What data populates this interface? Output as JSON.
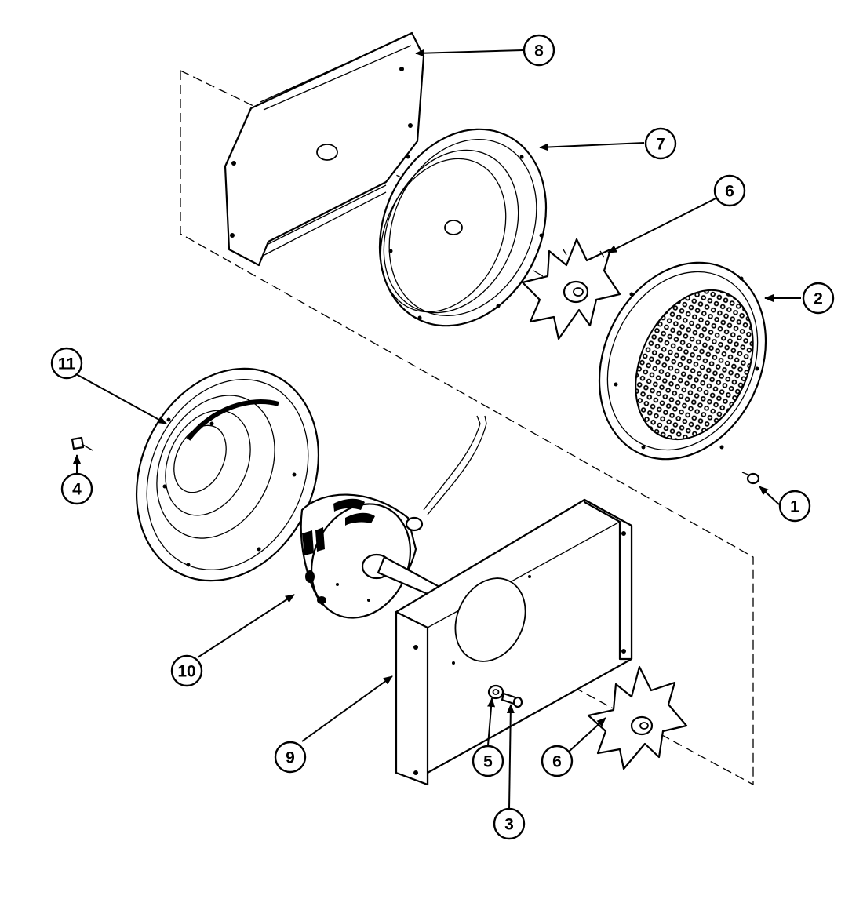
{
  "callouts": [
    {
      "id": "c1",
      "label": "1"
    },
    {
      "id": "c2",
      "label": "2"
    },
    {
      "id": "c3",
      "label": "3"
    },
    {
      "id": "c4",
      "label": "4"
    },
    {
      "id": "c5",
      "label": "5"
    },
    {
      "id": "c6a",
      "label": "6"
    },
    {
      "id": "c6b",
      "label": "6"
    },
    {
      "id": "c7",
      "label": "7"
    },
    {
      "id": "c8",
      "label": "8"
    },
    {
      "id": "c9",
      "label": "9"
    },
    {
      "id": "c10",
      "label": "10"
    },
    {
      "id": "c11",
      "label": "11"
    }
  ]
}
